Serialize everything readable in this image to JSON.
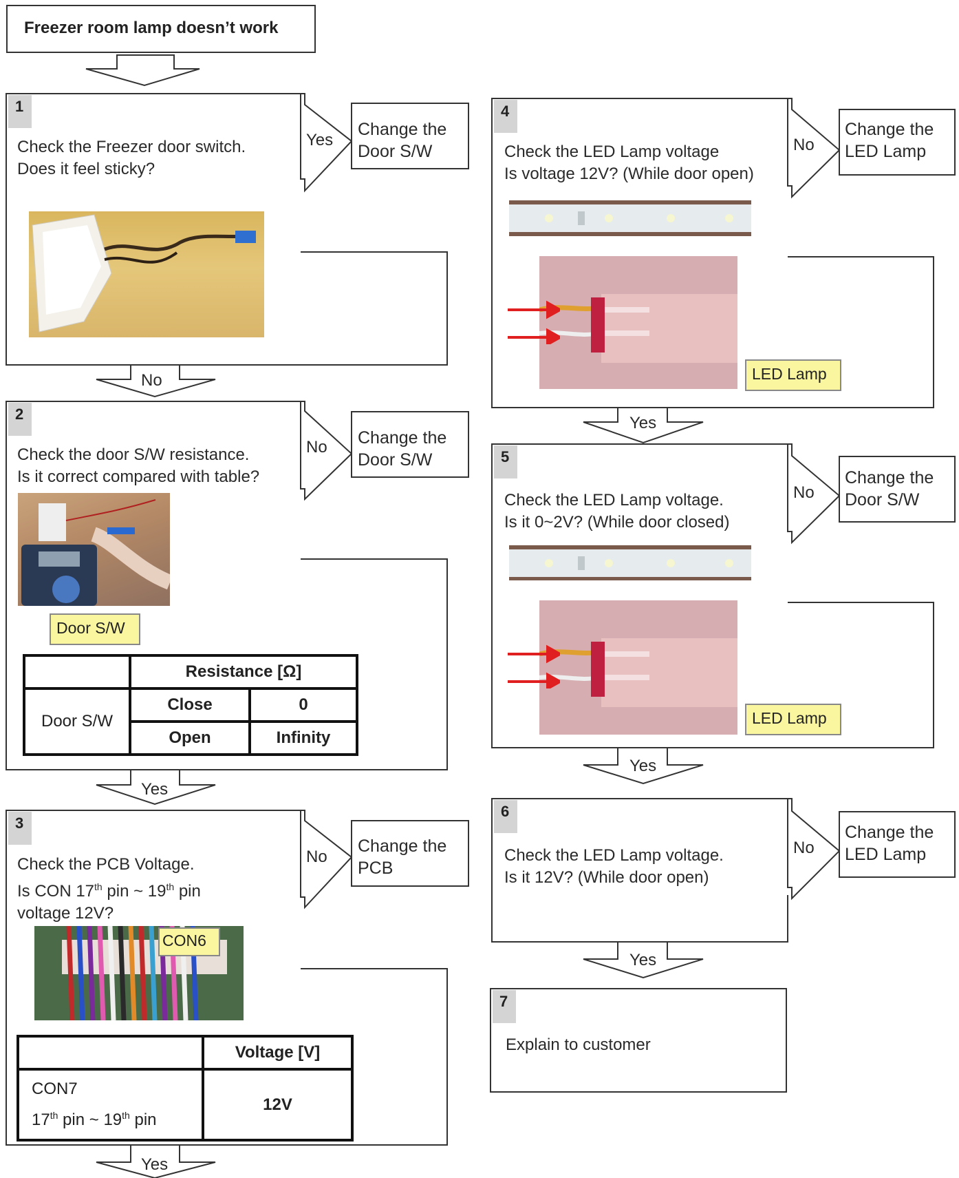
{
  "title": "Freezer room lamp doesn’t work",
  "steps": [
    {
      "num": "1",
      "question": [
        "Check the Freezer  door switch.",
        "Does it feel sticky?"
      ],
      "branch": "Yes",
      "action": [
        "Change the",
        "Door S/W"
      ],
      "next": "No"
    },
    {
      "num": "2",
      "question": [
        "Check the door S/W resistance.",
        "Is it correct compared with table?"
      ],
      "branch": "No",
      "action": [
        "Change the",
        "Door S/W"
      ],
      "next": "Yes",
      "photo_tag": "Door S/W",
      "table": {
        "header": "Resistance  [Ω]",
        "row_label": "Door S/W",
        "rows": [
          [
            "Close",
            "0"
          ],
          [
            "Open",
            "Infinity"
          ]
        ]
      }
    },
    {
      "num": "3",
      "question": [
        "Check the PCB Voltage."
      ],
      "question_line2": {
        "a": "Is CON 17",
        "sup1": "th",
        "b": " pin ~ 19",
        "sup2": "th",
        "c": " pin"
      },
      "question_line3": "voltage 12V?",
      "branch": "No",
      "action": [
        "Change the",
        "PCB"
      ],
      "next": "Yes",
      "photo_tag": "CON6",
      "table": {
        "header": "Voltage [V]",
        "row_label_1": "CON7",
        "row_label_2a": "17",
        "row_label_2sup1": "th",
        "row_label_2b": " pin ~ 19",
        "row_label_2sup2": "th",
        "row_label_2c": " pin",
        "value": "12V"
      }
    },
    {
      "num": "4",
      "question": [
        "Check the LED Lamp voltage",
        "Is voltage 12V? (While door open)"
      ],
      "branch": "No",
      "action": [
        "Change the",
        "LED Lamp"
      ],
      "next": "Yes",
      "photo_tag": "LED Lamp"
    },
    {
      "num": "5",
      "question": [
        "Check the LED Lamp voltage.",
        "Is it 0~2V? (While door closed)"
      ],
      "branch": "No",
      "action": [
        "Change the",
        "Door  S/W"
      ],
      "next": "Yes",
      "photo_tag": "LED Lamp"
    },
    {
      "num": "6",
      "question": [
        "Check the LED Lamp voltage.",
        "Is it 12V?  (While door open)"
      ],
      "branch": "No",
      "action": [
        "Change the",
        "LED Lamp"
      ],
      "next": "Yes"
    },
    {
      "num": "7",
      "question": [
        "Explain to customer"
      ]
    }
  ],
  "colors": {
    "line": "#333333",
    "tag_fill": "#faf6a0",
    "num_fill": "#d4d4d4",
    "arrow_red": "#e02020"
  }
}
